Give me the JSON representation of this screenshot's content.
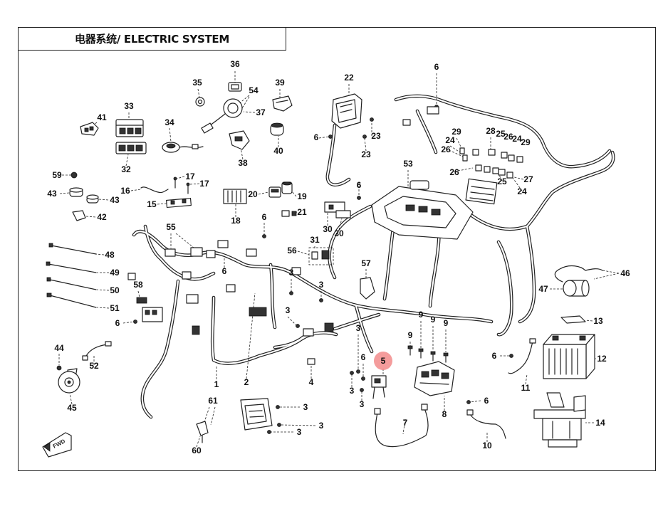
{
  "title": "电器系统/ ELECTRIC SYSTEM",
  "callouts": [
    "36",
    "22",
    "6",
    "35",
    "39",
    "54",
    "37",
    "41",
    "33",
    "34",
    "6",
    "23",
    "23",
    "40",
    "38",
    "32",
    "28",
    "29",
    "25",
    "26",
    "24",
    "29",
    "24",
    "26",
    "53",
    "26",
    "25",
    "27",
    "24",
    "59",
    "17",
    "17",
    "6",
    "43",
    "16",
    "43",
    "20",
    "19",
    "15",
    "42",
    "21",
    "6",
    "18",
    "30",
    "30",
    "55",
    "31",
    "56",
    "48",
    "57",
    "6",
    "49",
    "46",
    "3",
    "47",
    "58",
    "50",
    "3",
    "51",
    "9",
    "9",
    "9",
    "6",
    "3",
    "13",
    "9",
    "3",
    "6",
    "12",
    "44",
    "52",
    "6",
    "5",
    "1",
    "2",
    "4",
    "3",
    "3",
    "11",
    "8",
    "61",
    "6",
    "3",
    "45",
    "3",
    "3",
    "7",
    "14",
    "10",
    "60"
  ],
  "highlighted_callout": "5",
  "logo_text": "FWD",
  "colors": {
    "line": "#222222",
    "highlight": "#f28b8b",
    "background": "#ffffff"
  }
}
